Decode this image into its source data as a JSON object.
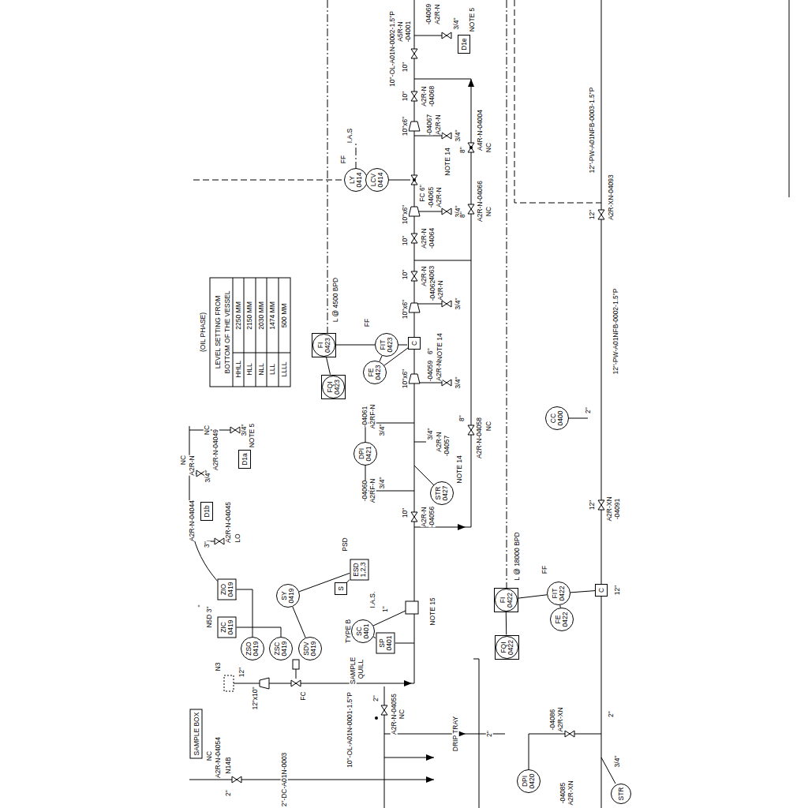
{
  "diagram": {
    "nodes": [
      {
        "text": [
          "LY",
          "0414"
        ]
      },
      {
        "text": [
          "LCV",
          "0414"
        ]
      },
      {
        "text": [
          "FI",
          "0423"
        ]
      },
      {
        "text": [
          "FQI",
          "0423"
        ]
      },
      {
        "text": [
          "FIT",
          "0423"
        ]
      },
      {
        "text": [
          "FE",
          "0423"
        ]
      },
      {
        "text": [
          "C"
        ]
      },
      {
        "text": [
          "DPI",
          "0421"
        ]
      },
      {
        "text": [
          "STR",
          "0427"
        ]
      },
      {
        "text": [
          "D1e"
        ]
      },
      {
        "text": [
          "D1a"
        ]
      },
      {
        "text": [
          "D1b"
        ]
      },
      {
        "text": [
          "ZIO",
          "0419"
        ]
      },
      {
        "text": [
          "ZIC",
          "0419"
        ]
      },
      {
        "text": [
          "ZSO",
          "0419"
        ]
      },
      {
        "text": [
          "ZSC",
          "0419"
        ]
      },
      {
        "text": [
          "SY",
          "0419"
        ]
      },
      {
        "text": [
          "SDV",
          "0419"
        ]
      },
      {
        "text": [
          "ESD",
          "1,2,3"
        ]
      },
      {
        "text": [
          "S"
        ]
      },
      {
        "text": [
          "SC",
          "0401"
        ]
      },
      {
        "text": [
          "SP",
          "0401"
        ]
      },
      {
        "text": [
          "SAMPLE BOX"
        ]
      },
      {
        "text": [
          "FI",
          "0422"
        ]
      },
      {
        "text": [
          "FQI",
          "0422"
        ]
      },
      {
        "text": [
          "FIT",
          "0422"
        ]
      },
      {
        "text": [
          "FE",
          "0422"
        ]
      },
      {
        "text": [
          "C"
        ]
      },
      {
        "text": [
          "CC",
          "0400"
        ]
      },
      {
        "text": [
          "DPI",
          "0420"
        ]
      },
      {
        "text": [
          "STR"
        ]
      }
    ],
    "edges": [
      {
        "from": 0,
        "to": 1,
        "arrow": "none"
      },
      {
        "from": 5,
        "to": 4,
        "arrow": "none"
      },
      {
        "from": 4,
        "to": 2,
        "arrow": "none"
      },
      {
        "from": 2,
        "to": 3,
        "arrow": "none"
      },
      {
        "from": 5,
        "to": 6,
        "arrow": "none"
      },
      {
        "from": 12,
        "to": 14,
        "arrow": "none"
      },
      {
        "from": 13,
        "to": 15,
        "arrow": "none"
      },
      {
        "from": 16,
        "to": 18,
        "arrow": "none"
      },
      {
        "from": 19,
        "to": 18,
        "arrow": "none"
      },
      {
        "from": 20,
        "to": 21,
        "arrow": "none"
      },
      {
        "from": 26,
        "to": 25,
        "arrow": "none"
      },
      {
        "from": 25,
        "to": 23,
        "arrow": "none"
      },
      {
        "from": 23,
        "to": 24,
        "arrow": "none"
      },
      {
        "from": 25,
        "to": 27,
        "arrow": "none"
      },
      {
        "from": 16,
        "to": 17,
        "arrow": "none"
      }
    ],
    "labels": [
      "10\"-OL-A01N-0002-1.5\"P",
      "10\"",
      "A5R-N",
      "-04001",
      "-04069",
      "A2R-N",
      "3/4\"",
      "NOTE 5",
      "10\"",
      "A2R-N",
      "-04068",
      "10\"x6\"",
      "-04067",
      "A2R-N",
      "3/4\"",
      "NOTE 14",
      "8\"",
      "A4R-N-04004",
      "NC",
      "FC 6\"",
      "-04065",
      "A2R-N",
      "3/4\"",
      "8\"",
      "A2R-N-04066",
      "NC",
      "10\"x6\"",
      "10\"",
      "A2R-N",
      "-04064",
      "10\"",
      "A2R-N",
      "-04063",
      "-04062",
      "A2R-N",
      "3/4\"",
      "10\"x6\"",
      "6\"",
      "NOTE 14",
      "10\"x6\"",
      "-04059",
      "A2R-N",
      "3/4\"",
      "-04061",
      "A2RF-N",
      "3/4\"",
      "-04060",
      "A2RF-N",
      "3/4\"",
      "3/4\"",
      "A2R-N",
      "-04057",
      "NOTE 14",
      "10\"",
      "A2R-N",
      "-04056",
      "8\"",
      "A2R-N-04058",
      "NC",
      "FF",
      "L @ 4500 BPD",
      "FF",
      "I.A.S",
      "(OIL PHASE)",
      "LEVEL SETTING FROM",
      "BOTTOM OF THE VESSEL",
      "HHLL",
      "2250 MM",
      "HLL",
      "2150 MM",
      "NLL",
      "2030 MM",
      "LLL",
      "1474 MM",
      "LLLL",
      "500 MM",
      "NC",
      "A2R-N-04049",
      "3/4\"",
      "NOTE 5",
      "NC",
      "A2R-N",
      "3/4\"",
      "A2R-N-04044",
      "3\"",
      "A2R-N-04045",
      "LO",
      "N5D 3\"",
      "\"",
      "PSD",
      "I.A.S.",
      "TYPE B",
      "SAMPLE",
      "QUILL",
      "1\"",
      "NOTE 15",
      "N3",
      "12\"",
      "12\"x10\"",
      "FC",
      "10\"-OL-A01N-0001-1.5\"P",
      "2\"",
      "A2R-N-04055",
      "NC",
      "N14B",
      "NC",
      "A2R-N-04054",
      "2\"",
      "2\"-DC-A01N-0003",
      "DRIP TRAY",
      "2\"",
      "L @ 18000 BPD",
      "FF",
      "12\"",
      "2\"",
      "12\"",
      "A2R-XN",
      "-04091",
      "12\"-PW-A01NFB-0002-1.5\"P",
      "12\"-PW-A01NFB-0003-1.5\"P",
      "12\"",
      "A2R-XN-04093",
      "-04086",
      "A2R-XN",
      "2\"",
      "3/4\"",
      "-04085",
      "A2R-XN"
    ]
  }
}
